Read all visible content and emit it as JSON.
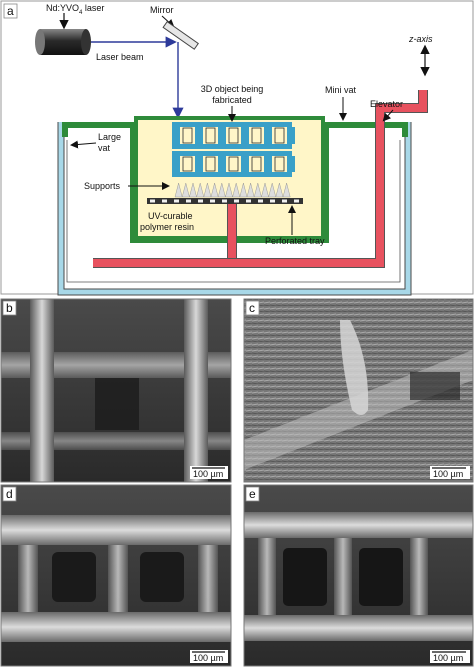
{
  "panels": {
    "a": {
      "letter": "a",
      "labels": {
        "laser": "Nd:YVO",
        "laser_sub": "4",
        "laser_suffix": " laser",
        "mirror": "Mirror",
        "laser_beam": "Laser beam",
        "z_axis": "z-axis",
        "object_line1": "3D object being",
        "object_line2": "fabricated",
        "elevator": "Elevator",
        "mini_vat": "Mini vat",
        "large_vat_line1": "Large",
        "large_vat_line2": "vat",
        "supports": "Supports",
        "resin_line1": "UV-curable",
        "resin_line2": "polymer resin",
        "perforated_tray": "Perforated tray"
      }
    },
    "b": {
      "letter": "b",
      "scale": "100 µm"
    },
    "c": {
      "letter": "c",
      "scale": "100 µm"
    },
    "d": {
      "letter": "d",
      "scale": "100 µm"
    },
    "e": {
      "letter": "e",
      "scale": "100 µm"
    }
  },
  "colors": {
    "large_vat": "#a8d8e8",
    "mini_vat": "#2e8b3a",
    "resin": "#fff6c8",
    "elevator": "#e8525f",
    "lattice": "#3aa0c8",
    "beam": "#2d3a9a"
  }
}
